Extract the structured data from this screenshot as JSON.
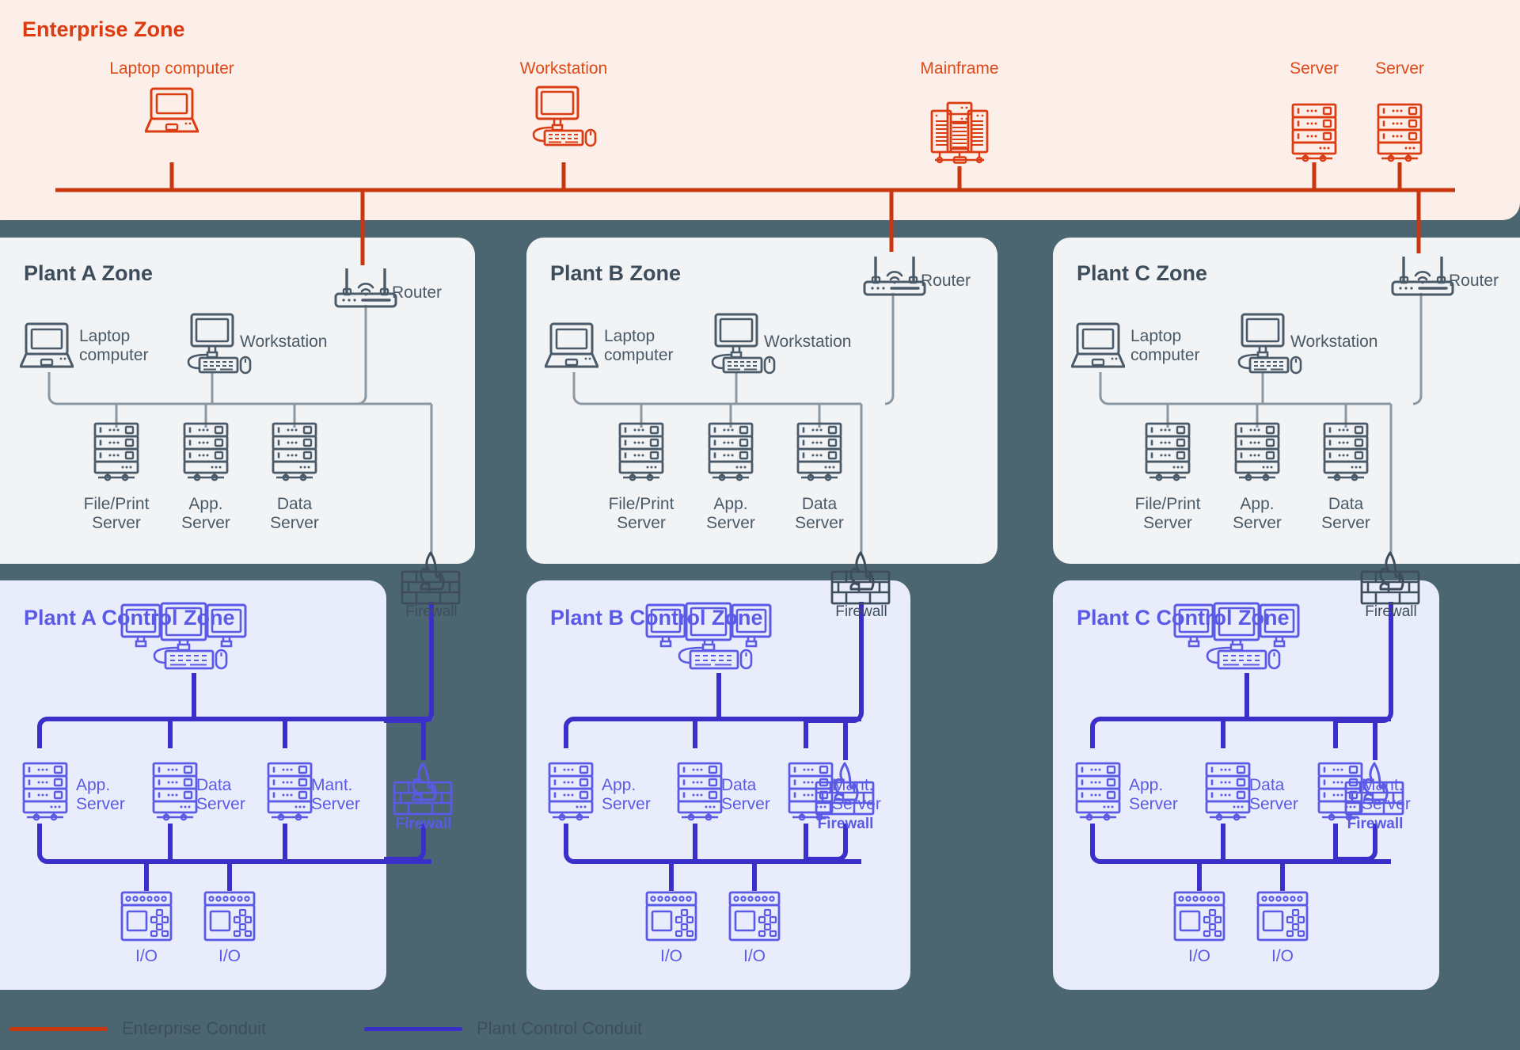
{
  "colors": {
    "page_background": "#4c6671",
    "enterprise_zone_bg": "#fceee9",
    "plant_zone_bg": "#f1f3f5",
    "control_zone_bg": "#e9edfb",
    "enterprise_accent": "#dc3c11",
    "enterprise_conduit": "#c8370f",
    "plant_accent": "#3e4d5c",
    "plant_line": "#8a98a4",
    "control_accent": "#5a5ae6",
    "control_conduit": "#3b2fc9"
  },
  "enterprise": {
    "title": "Enterprise Zone",
    "nodes": [
      {
        "label": "Laptop computer",
        "icon": "laptop-icon"
      },
      {
        "label": "Workstation",
        "icon": "workstation-icon"
      },
      {
        "label": "Mainframe",
        "icon": "mainframe-icon"
      },
      {
        "label": "Server",
        "icon": "server-icon"
      },
      {
        "label": "Server",
        "icon": "server-icon"
      }
    ]
  },
  "plant_zones": [
    {
      "title": "Plant A Zone",
      "router": {
        "label": "Router",
        "icon": "router-icon"
      },
      "laptop": {
        "label": "Laptop\ncomputer",
        "icon": "laptop-icon"
      },
      "workstation": {
        "label": "Workstation",
        "icon": "workstation-icon"
      },
      "servers": [
        {
          "label": "File/Print\nServer",
          "icon": "server-icon"
        },
        {
          "label": "App.\nServer",
          "icon": "server-icon"
        },
        {
          "label": "Data\nServer",
          "icon": "server-icon"
        }
      ]
    },
    {
      "title": "Plant B Zone",
      "router": {
        "label": "Router",
        "icon": "router-icon"
      },
      "laptop": {
        "label": "Laptop\ncomputer",
        "icon": "laptop-icon"
      },
      "workstation": {
        "label": "Workstation",
        "icon": "workstation-icon"
      },
      "servers": [
        {
          "label": "File/Print\nServer",
          "icon": "server-icon"
        },
        {
          "label": "App.\nServer",
          "icon": "server-icon"
        },
        {
          "label": "Data\nServer",
          "icon": "server-icon"
        }
      ]
    },
    {
      "title": "Plant C Zone",
      "router": {
        "label": "Router",
        "icon": "router-icon"
      },
      "laptop": {
        "label": "Laptop\ncomputer",
        "icon": "laptop-icon"
      },
      "workstation": {
        "label": "Workstation",
        "icon": "workstation-icon"
      },
      "servers": [
        {
          "label": "File/Print\nServer",
          "icon": "server-icon"
        },
        {
          "label": "App.\nServer",
          "icon": "server-icon"
        },
        {
          "label": "Data\nServer",
          "icon": "server-icon"
        }
      ]
    }
  ],
  "control_zones": [
    {
      "title": "Plant A Control Zone",
      "hmi": {
        "icon": "multi-monitor-workstation-icon"
      },
      "servers": [
        {
          "label": "App.\nServer",
          "icon": "server-icon"
        },
        {
          "label": "Data\nServer",
          "icon": "server-icon"
        },
        {
          "label": "Mant.\nServer",
          "icon": "server-icon"
        }
      ],
      "io": [
        {
          "label": "I/O",
          "icon": "io-module-icon"
        },
        {
          "label": "I/O",
          "icon": "io-module-icon"
        }
      ]
    },
    {
      "title": "Plant B Control Zone",
      "hmi": {
        "icon": "multi-monitor-workstation-icon"
      },
      "servers": [
        {
          "label": "App.\nServer",
          "icon": "server-icon"
        },
        {
          "label": "Data\nServer",
          "icon": "server-icon"
        },
        {
          "label": "Mant.\nServer",
          "icon": "server-icon"
        }
      ],
      "io": [
        {
          "label": "I/O",
          "icon": "io-module-icon"
        },
        {
          "label": "I/O",
          "icon": "io-module-icon"
        }
      ]
    },
    {
      "title": "Plant C Control Zone",
      "hmi": {
        "icon": "multi-monitor-workstation-icon"
      },
      "servers": [
        {
          "label": "App.\nServer",
          "icon": "server-icon"
        },
        {
          "label": "Data\nServer",
          "icon": "server-icon"
        },
        {
          "label": "Mant.\nServer",
          "icon": "server-icon"
        }
      ],
      "io": [
        {
          "label": "I/O",
          "icon": "io-module-icon"
        },
        {
          "label": "I/O",
          "icon": "io-module-icon"
        }
      ]
    }
  ],
  "firewalls": {
    "upper_label": "Firewall",
    "lower_label": "Firewall",
    "icon": "firewall-icon"
  },
  "legend": {
    "items": [
      {
        "label": "Enterprise Conduit",
        "color": "#c8370f"
      },
      {
        "label": "Plant Control Conduit",
        "color": "#3b2fc9"
      }
    ]
  }
}
